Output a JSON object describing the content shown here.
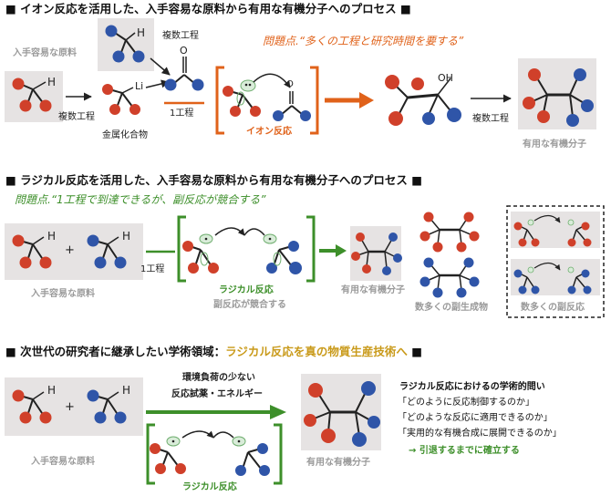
{
  "section1": {
    "heading": "■ イオン反応を活用した、入手容易な原料から有用な有機分子へのプロセス ■",
    "problem": "問題点.“多くの工程と研究時間を要する”",
    "label_raw": "入手容易な原料",
    "label_multistep_top": "複数工程",
    "label_multistep_left": "複数工程",
    "label_metal": "金属化合物",
    "label_onestep": "1工程",
    "label_ionic": "イオン反応",
    "label_multistep_right": "複数工程",
    "label_useful": "有用な有機分子",
    "atom_h1": "H",
    "atom_h2": "H",
    "atom_li": "Li",
    "atom_o1": "O",
    "atom_o2": "O",
    "atom_oh": "OH"
  },
  "section2": {
    "heading": "■ ラジカル反応を活用した、入手容易な原料から有用な有機分子へのプロセス ■",
    "problem": "問題点.“1工程で到達できるが、副反応が競合する”",
    "plus": "+",
    "atom_h1": "H",
    "atom_h2": "H",
    "label_onestep": "1工程",
    "label_raw": "入手容易な原料",
    "label_radical": "ラジカル反応",
    "label_side_compete": "副反応が競合する",
    "label_useful": "有用な有機分子",
    "label_byproducts": "数多くの副生成物",
    "label_side_reactions": "数多くの副反応"
  },
  "section3": {
    "heading_part1": "■ 次世代の研究者に継承したい学術領域：",
    "heading_part2": "ラジカル反応を真の物質生産技術へ",
    "heading_part3": " ■",
    "plus": "+",
    "atom_h1": "H",
    "atom_h2": "H",
    "arrow_line1": "環境負荷の少ない",
    "arrow_line2": "反応試薬・エネルギー",
    "label_raw": "入手容易な原料",
    "label_radical": "ラジカル反応",
    "label_useful": "有用な有機分子",
    "questions_title": "ラジカル反応におけるの学術的問い",
    "questions": [
      "「どのように反応制御するのか」",
      "「どのような反応に適用できるのか」",
      "「実用的な有機合成に展開できるのか」"
    ],
    "conclusion": "→ 引退するまでに確立する"
  },
  "colors": {
    "red": "#d0402a",
    "blue": "#2f55a8",
    "orange": "#e0621a",
    "green": "#3d8f2a",
    "gold": "#c99a1a",
    "panel": "#e6e3e3"
  }
}
